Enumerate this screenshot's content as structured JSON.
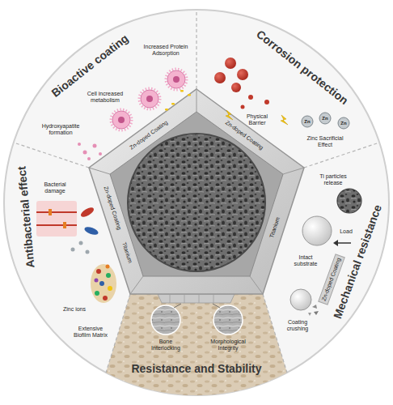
{
  "diagram": {
    "nodes": [
      {
        "text": [
          "Bioactive coating"
        ]
      },
      {
        "text": [
          "Corrosion protection"
        ]
      },
      {
        "text": [
          "Mechanical resistance"
        ]
      },
      {
        "text": [
          "Resistance and Stability"
        ]
      },
      {
        "text": [
          "Antibacterial effect"
        ]
      }
    ],
    "labels": [
      "Increased Protein Adsorption",
      "Cell increased metabolism",
      "Hydroxyapatite formation",
      "Zn-doped Coating",
      "Physical Barrier",
      "Zn",
      "Zn",
      "Zn",
      "Zinc Sacrificial Effect",
      "Zn-doped Coating",
      "Ti particles release",
      "Titanium",
      "Load",
      "Intact substrate",
      "Zn-doped Coating",
      "Coating crushing",
      "Bone Interlocking",
      "Morphological Integrity",
      "Bacterial damage",
      "Zn-doped Coating",
      "Titanium",
      "Zinc ions",
      "Extensive Biofilm Matrix"
    ]
  }
}
